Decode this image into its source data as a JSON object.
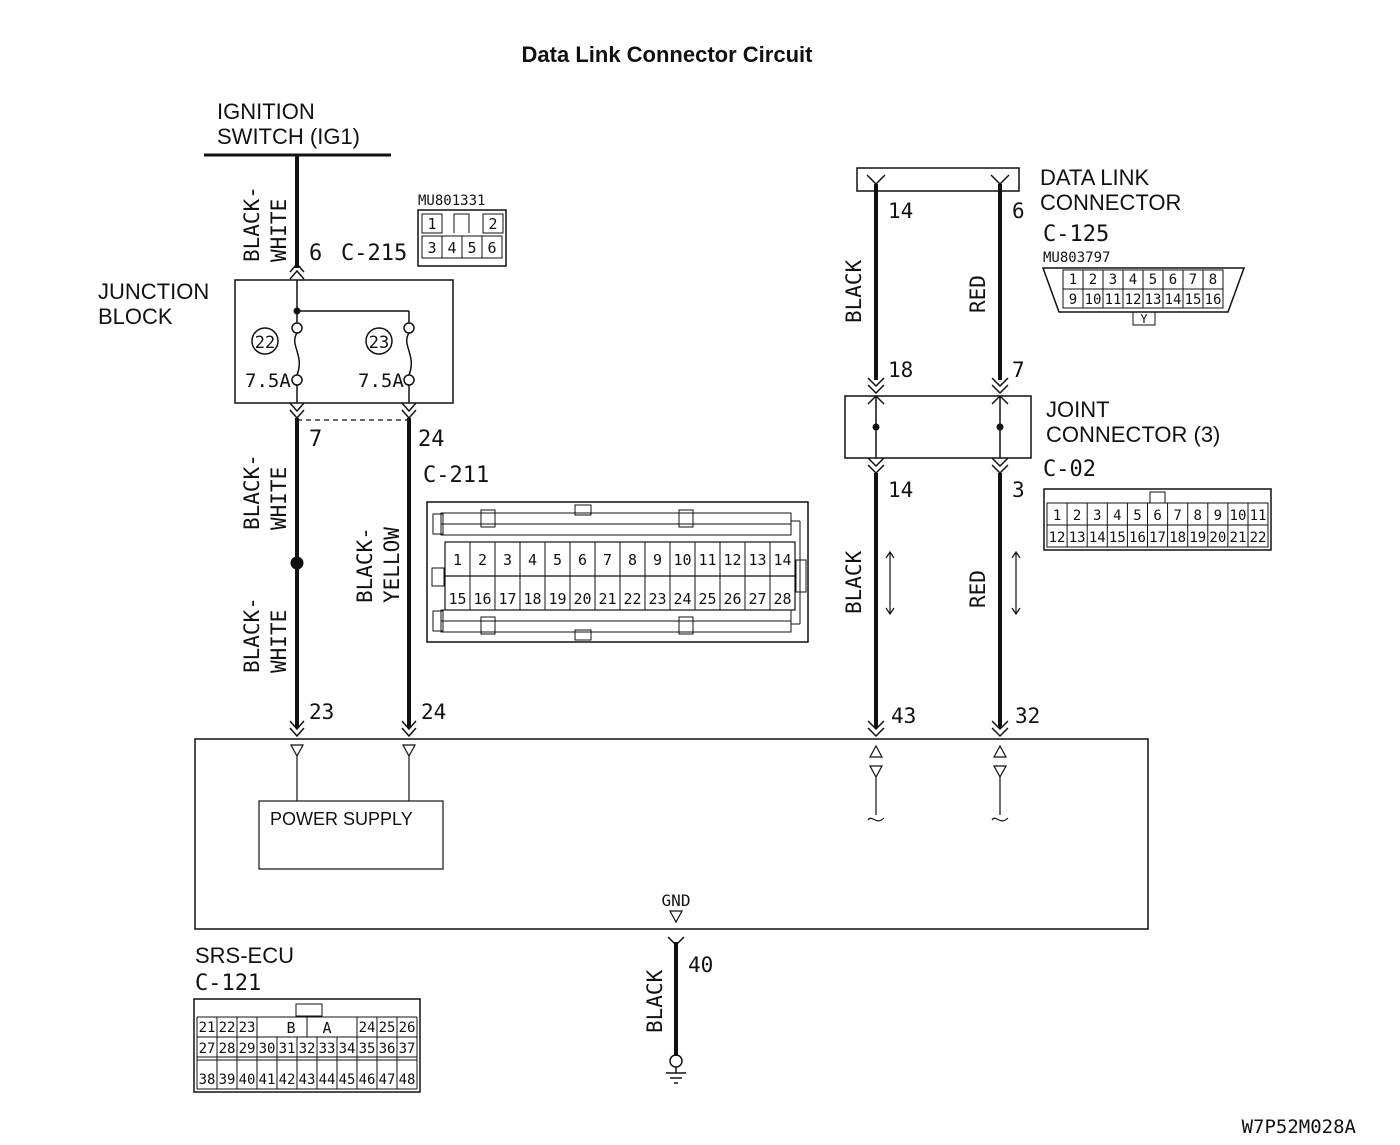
{
  "title": "Data Link Connector Circuit",
  "figure_id": "W7P52M028A",
  "ignition": {
    "line1": "IGNITION",
    "line2": "SWITCH (IG1)"
  },
  "junction_block": {
    "line1": "JUNCTION",
    "line2": "BLOCK",
    "fuse_a": {
      "number": "22",
      "rating": "7.5A"
    },
    "fuse_b": {
      "number": "23",
      "rating": "7.5A"
    }
  },
  "c215": {
    "pin": "6",
    "name": "C-215",
    "part": "MU801331",
    "pins": [
      "1",
      "2",
      "3",
      "4",
      "5",
      "6"
    ]
  },
  "c211": {
    "name": "C-211",
    "pin_left": "7",
    "pin_right": "24",
    "row1": [
      "1",
      "2",
      "3",
      "4",
      "5",
      "6",
      "7",
      "8",
      "9",
      "10",
      "11",
      "12",
      "13",
      "14"
    ],
    "row2": [
      "15",
      "16",
      "17",
      "18",
      "19",
      "20",
      "21",
      "22",
      "23",
      "24",
      "25",
      "26",
      "27",
      "28"
    ]
  },
  "dlc": {
    "line1": "DATA LINK",
    "line2": "CONNECTOR",
    "name": "C-125",
    "part": "MU803797",
    "pin_left": "14",
    "pin_right": "6",
    "row1": [
      "1",
      "2",
      "3",
      "4",
      "5",
      "6",
      "7",
      "8"
    ],
    "row2": [
      "9",
      "10",
      "11",
      "12",
      "13",
      "14",
      "15",
      "16"
    ],
    "key": "Y"
  },
  "joint": {
    "line1": "JOINT",
    "line2": "CONNECTOR (3)",
    "name": "C-02",
    "in_left": "18",
    "in_right": "7",
    "out_left": "14",
    "out_right": "3",
    "row1": [
      "1",
      "2",
      "3",
      "4",
      "5",
      "6",
      "7",
      "8",
      "9",
      "10",
      "11"
    ],
    "row2": [
      "12",
      "13",
      "14",
      "15",
      "16",
      "17",
      "18",
      "19",
      "20",
      "21",
      "22"
    ]
  },
  "wires": {
    "ig_color": {
      "l1": "BLACK-",
      "l2": "WHITE"
    },
    "left_upper": {
      "l1": "BLACK-",
      "l2": "WHITE"
    },
    "left_lower": {
      "l1": "BLACK-",
      "l2": "WHITE"
    },
    "yellow": {
      "l1": "BLACK-",
      "l2": "YELLOW"
    },
    "dlc_left_upper": "BLACK",
    "dlc_right_upper": "RED",
    "dlc_left_lower": "BLACK",
    "dlc_right_lower": "RED",
    "gnd_wire": "BLACK"
  },
  "ecu": {
    "name": "SRS-ECU",
    "connector": "C-121",
    "pin_ps1": "23",
    "pin_ps2": "24",
    "pin_dl1": "43",
    "pin_dl2": "32",
    "power_supply": "POWER SUPPLY",
    "gnd": "GND",
    "gnd_pin": "40",
    "row1_left": [
      "21",
      "22",
      "23"
    ],
    "key_b": "B",
    "key_a": "A",
    "row1_right": [
      "24",
      "25",
      "26"
    ],
    "row2": [
      "27",
      "28",
      "29",
      "30",
      "31",
      "32",
      "33",
      "34",
      "35",
      "36",
      "37"
    ],
    "row3": [
      "38",
      "39",
      "40",
      "41",
      "42",
      "43",
      "44",
      "45",
      "46",
      "47",
      "48"
    ]
  }
}
